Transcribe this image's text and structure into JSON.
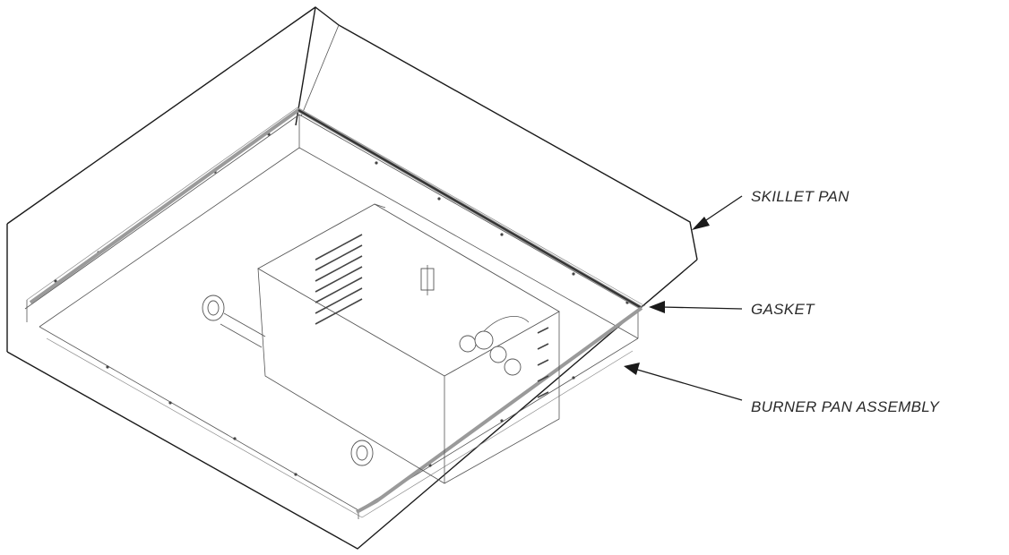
{
  "callouts": [
    {
      "id": "skillet-pan",
      "label": "SKILLET PAN"
    },
    {
      "id": "gasket",
      "label": "GASKET"
    },
    {
      "id": "burner-pan-assembly",
      "label": "BURNER PAN ASSEMBLY"
    }
  ]
}
